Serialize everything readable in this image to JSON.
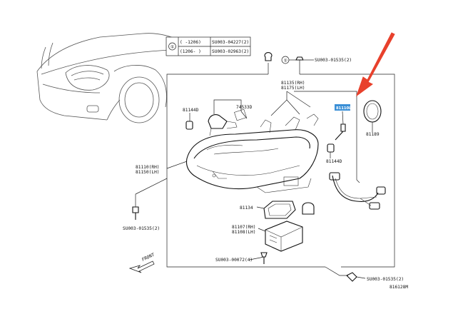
{
  "legend": {
    "symbol": "①",
    "rows": [
      {
        "range": "(      -1206)",
        "part": "SU003-04227(2)"
      },
      {
        "range": "(1206-      )",
        "part": "SU003-02963(2)"
      }
    ]
  },
  "callouts": {
    "top_symbol": "①",
    "top_bolt": "SU003-01535(2)",
    "p81144d_top": "81144D",
    "p74533d": "74533D",
    "p81135_rh": "81135(RH)",
    "p81175_lh": "81175(LH)",
    "highlighted": "81110L",
    "p81189": "81189",
    "p81144d_mid": "81144D",
    "p81110_rh": "81110(RH)",
    "p81150_lh": "81150(LH)",
    "p81134": "81134",
    "p81107_rh": "81107(RH)",
    "p81108_lh": "81108(LH)",
    "left_bolt": "SU003-01535(2)",
    "bottom_bolt": "SU003-00072(4)",
    "right_bolt": "SU003-01535(2)",
    "front": "FRONT",
    "diagram_code": "816128M"
  },
  "colors": {
    "arrow": "#e8412c",
    "highlight": "#3a8fd6",
    "line": "#222222"
  }
}
